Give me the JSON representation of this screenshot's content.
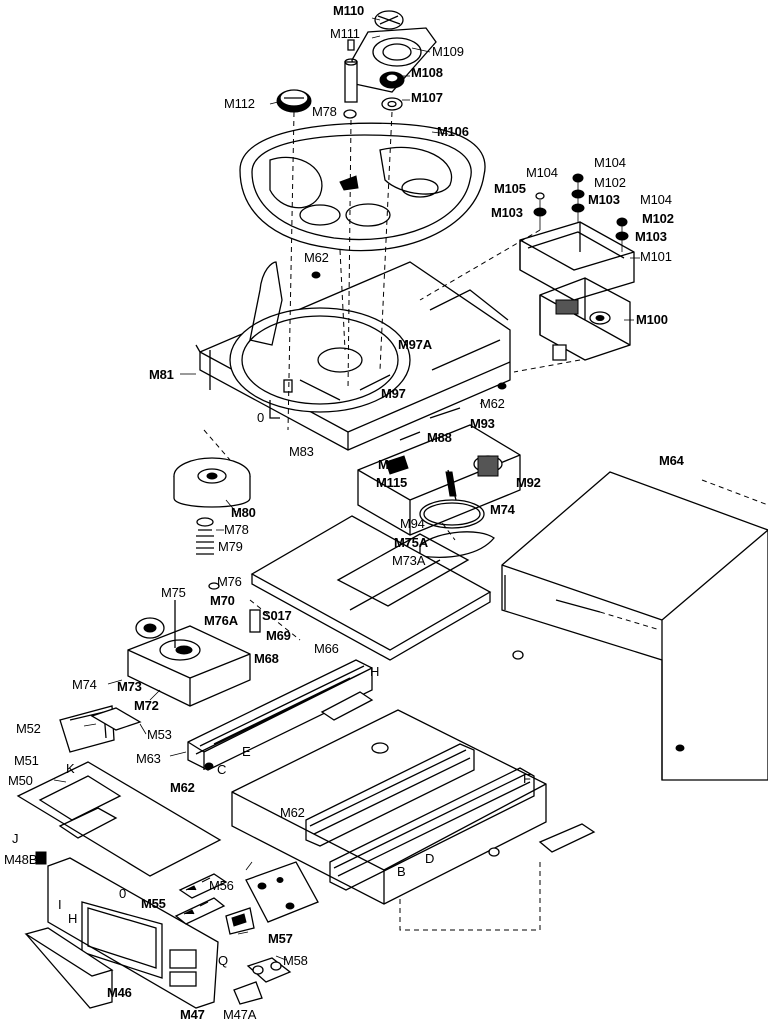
{
  "labels": {
    "M110": "M110",
    "M111": "M111",
    "M109": "M109",
    "M108": "M108",
    "M107": "M107",
    "M112": "M112",
    "M78a": "M78",
    "M106": "M106",
    "M104a": "M104",
    "M104b": "M104",
    "M105": "M105",
    "M102a": "M102",
    "M103a": "M103",
    "M103b": "M103",
    "M104c": "M104",
    "M102b": "M102",
    "M103c": "M103",
    "M101": "M101",
    "M100": "M100",
    "M62a": "M62",
    "M97A": "M97A",
    "M81": "M81",
    "M97": "M97",
    "M62b": "M62",
    "zero1": "0",
    "M93": "M93",
    "M83": "M83",
    "M88": "M88",
    "M86": "M86",
    "M64": "M64",
    "M115": "M115",
    "M92": "M92",
    "M80": "M80",
    "M78b": "M78",
    "M94": "M94",
    "M74a": "M74",
    "M79": "M79",
    "M75A": "M75A",
    "M73A": "M73A",
    "M76": "M76",
    "M75": "M75",
    "M70": "M70",
    "S017": "S017",
    "M76A": "M76A",
    "M69": "M69",
    "M66": "M66",
    "M68": "M68",
    "H1": "H",
    "M74b": "M74",
    "M73": "M73",
    "M72": "M72",
    "M52": "M52",
    "M53": "M53",
    "E": "E",
    "M63": "M63",
    "C": "C",
    "M62c": "M62",
    "M51": "M51",
    "K": "K",
    "M50": "M50",
    "F": "F",
    "M62d": "M62",
    "J": "J",
    "M48B": "M48B",
    "D": "D",
    "B": "B",
    "zero2": "0",
    "M56": "M56",
    "M55": "M55",
    "I": "I",
    "H2": "H",
    "M57": "M57",
    "Q": "Q",
    "M58": "M58",
    "M46": "M46",
    "M47": "M47",
    "M47A": "M47A"
  }
}
